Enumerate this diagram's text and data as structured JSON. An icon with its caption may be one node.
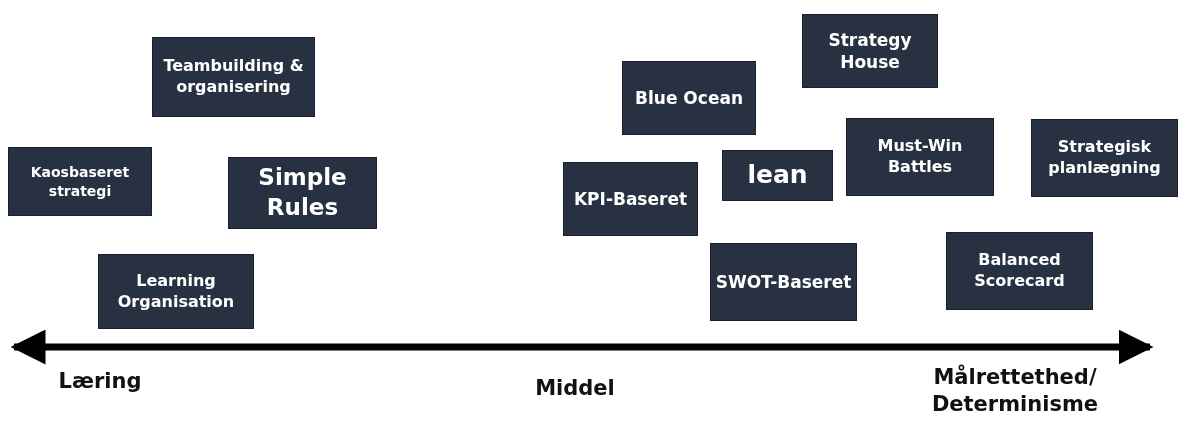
{
  "diagram": {
    "nodes": [
      {
        "text": [
          "Strategy House"
        ]
      },
      {
        "text": [
          "Teambuilding & organisering"
        ]
      },
      {
        "text": [
          "Blue Ocean"
        ]
      },
      {
        "text": [
          "Must-Win Battles"
        ]
      },
      {
        "text": [
          "Strategisk planlægning"
        ]
      },
      {
        "text": [
          "Kaosbaseret strategi"
        ]
      },
      {
        "text": [
          "lean"
        ]
      },
      {
        "text": [
          "Simple Rules"
        ]
      },
      {
        "text": [
          "KPI-Baseret"
        ]
      },
      {
        "text": [
          "Balanced Scorecard"
        ]
      },
      {
        "text": [
          "SWOT-Baseret"
        ]
      },
      {
        "text": [
          "Learning Organisation"
        ]
      }
    ],
    "edges": [],
    "labels": [
      "Læring",
      "Middel",
      "Målrettethed/ Determinisme"
    ]
  }
}
